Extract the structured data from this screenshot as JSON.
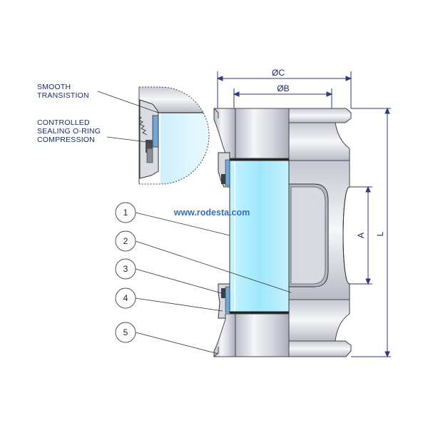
{
  "annotations": {
    "smooth_transition": [
      "SMOOTH",
      "TRANSISTION"
    ],
    "controlled_sealing": [
      "CONTROLLED",
      "SEALING O-RING",
      "COMPRESSION"
    ]
  },
  "watermark": "www.rodesta.com",
  "part_numbers": [
    "1",
    "2",
    "3",
    "4",
    "5"
  ],
  "dimensions": {
    "outer_diameter": "ØC",
    "inner_diameter": "ØB",
    "window_length": "A",
    "overall_length": "L"
  },
  "colors": {
    "dimension_line": "#2a3a8c",
    "glass": "#a9ecff",
    "metal": "#d5d8e0",
    "outline": "#333333"
  }
}
